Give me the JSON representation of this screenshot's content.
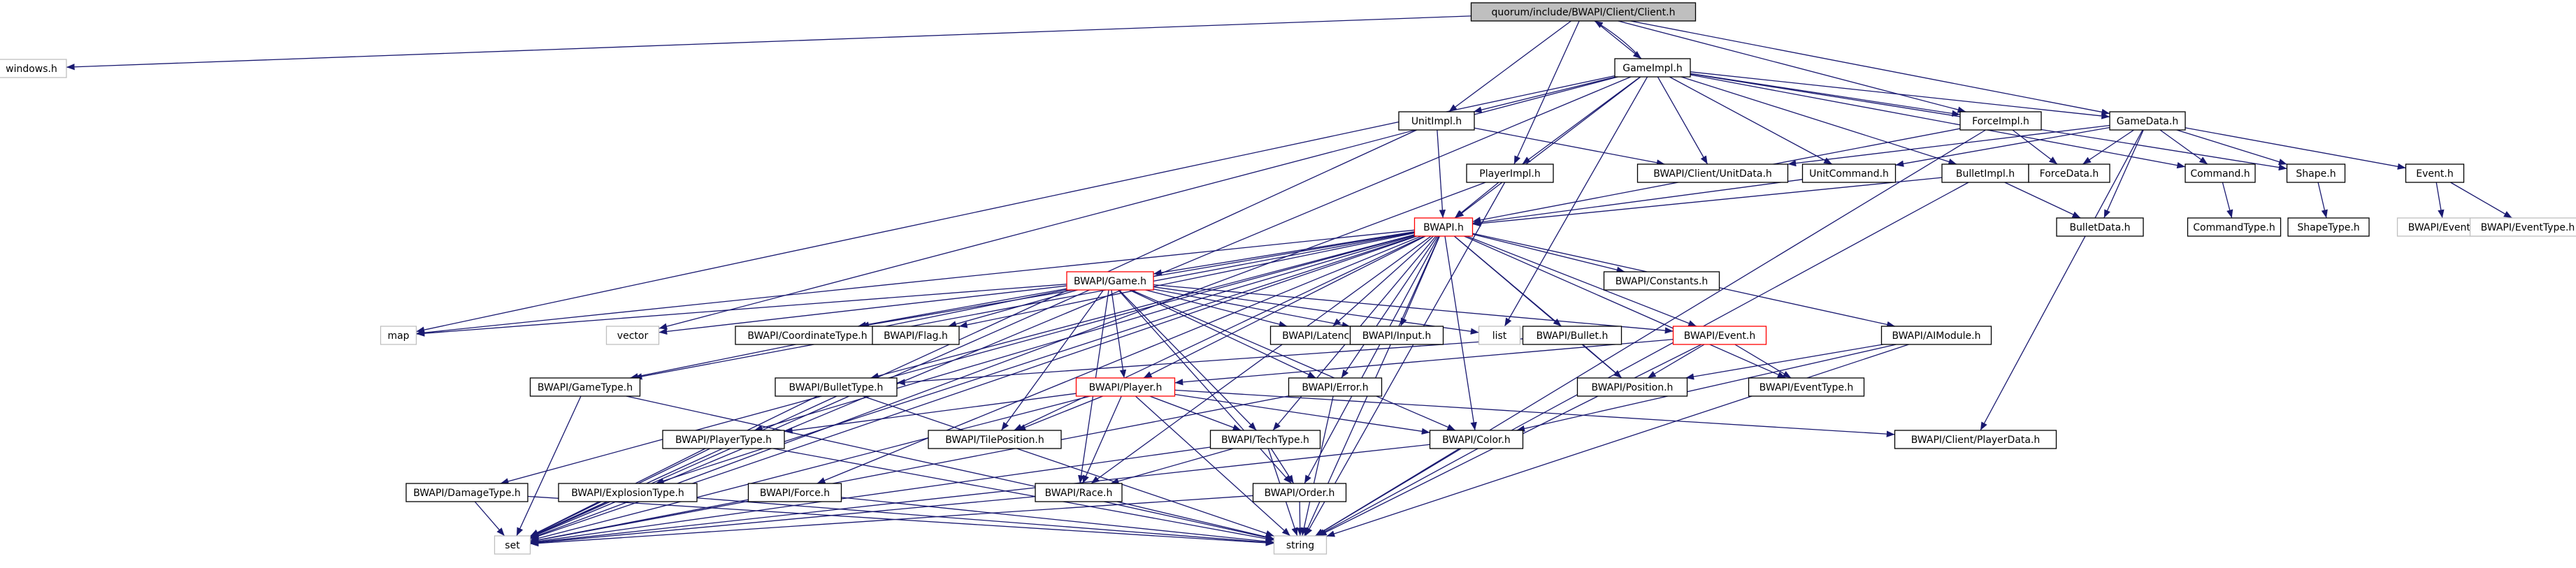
{
  "colors": {
    "edge": "#191970",
    "root_fill": "#bfbfbf",
    "node_border": "#000000",
    "red_border": "#ff0000",
    "external_border": "#bfbfbf"
  },
  "graph": {
    "nodes": [
      {
        "id": "client",
        "label": "quorum/include/BWAPI/Client/Client.h",
        "style": "root"
      },
      {
        "id": "windows",
        "label": "windows.h",
        "style": "external"
      },
      {
        "id": "gameimpl",
        "label": "GameImpl.h",
        "style": "normal"
      },
      {
        "id": "unitimpl",
        "label": "UnitImpl.h",
        "style": "normal"
      },
      {
        "id": "forceimpl",
        "label": "ForceImpl.h",
        "style": "normal"
      },
      {
        "id": "gamedata",
        "label": "GameData.h",
        "style": "normal"
      },
      {
        "id": "playerimpl",
        "label": "PlayerImpl.h",
        "style": "normal"
      },
      {
        "id": "unitdata",
        "label": "BWAPI/Client/UnitData.h",
        "style": "normal"
      },
      {
        "id": "unitcommand",
        "label": "UnitCommand.h",
        "style": "normal"
      },
      {
        "id": "bulletimpl",
        "label": "BulletImpl.h",
        "style": "normal"
      },
      {
        "id": "forcedata",
        "label": "ForceData.h",
        "style": "normal"
      },
      {
        "id": "commandh",
        "label": "Command.h",
        "style": "normal"
      },
      {
        "id": "shapeh",
        "label": "Shape.h",
        "style": "normal"
      },
      {
        "id": "eventh",
        "label": "Event.h",
        "style": "normal"
      },
      {
        "id": "bwapih",
        "label": "BWAPI.h",
        "style": "red"
      },
      {
        "id": "bulletdata",
        "label": "BulletData.h",
        "style": "normal"
      },
      {
        "id": "commandtype",
        "label": "CommandType.h",
        "style": "normal"
      },
      {
        "id": "shapetype",
        "label": "ShapeType.h",
        "style": "normal"
      },
      {
        "id": "bwapievent_ext",
        "label": "BWAPI/Event.h",
        "style": "external"
      },
      {
        "id": "bwapieventtype_ext",
        "label": "BWAPI/EventType.h",
        "style": "external"
      },
      {
        "id": "game",
        "label": "BWAPI/Game.h",
        "style": "red"
      },
      {
        "id": "constants",
        "label": "BWAPI/Constants.h",
        "style": "normal"
      },
      {
        "id": "map",
        "label": "map",
        "style": "external"
      },
      {
        "id": "vector",
        "label": "vector",
        "style": "external"
      },
      {
        "id": "coordtype",
        "label": "BWAPI/CoordinateType.h",
        "style": "normal"
      },
      {
        "id": "flag",
        "label": "BWAPI/Flag.h",
        "style": "normal"
      },
      {
        "id": "latency",
        "label": "BWAPI/Latency.h",
        "style": "normal"
      },
      {
        "id": "input",
        "label": "BWAPI/Input.h",
        "style": "normal"
      },
      {
        "id": "list",
        "label": "list",
        "style": "external"
      },
      {
        "id": "bullet",
        "label": "BWAPI/Bullet.h",
        "style": "normal"
      },
      {
        "id": "event",
        "label": "BWAPI/Event.h",
        "style": "red"
      },
      {
        "id": "aimodule",
        "label": "BWAPI/AIModule.h",
        "style": "normal"
      },
      {
        "id": "gametype",
        "label": "BWAPI/GameType.h",
        "style": "normal"
      },
      {
        "id": "bullettype",
        "label": "BWAPI/BulletType.h",
        "style": "normal"
      },
      {
        "id": "player",
        "label": "BWAPI/Player.h",
        "style": "red"
      },
      {
        "id": "error",
        "label": "BWAPI/Error.h",
        "style": "normal"
      },
      {
        "id": "position",
        "label": "BWAPI/Position.h",
        "style": "normal"
      },
      {
        "id": "eventtype",
        "label": "BWAPI/EventType.h",
        "style": "normal"
      },
      {
        "id": "tileposition",
        "label": "BWAPI/TilePosition.h",
        "style": "normal"
      },
      {
        "id": "playertype",
        "label": "BWAPI/PlayerType.h",
        "style": "normal"
      },
      {
        "id": "techtype",
        "label": "BWAPI/TechType.h",
        "style": "normal"
      },
      {
        "id": "color",
        "label": "BWAPI/Color.h",
        "style": "normal"
      },
      {
        "id": "playerdata",
        "label": "BWAPI/Client/PlayerData.h",
        "style": "normal"
      },
      {
        "id": "damagetype",
        "label": "BWAPI/DamageType.h",
        "style": "normal"
      },
      {
        "id": "explosiontype",
        "label": "BWAPI/ExplosionType.h",
        "style": "normal"
      },
      {
        "id": "force",
        "label": "BWAPI/Force.h",
        "style": "normal"
      },
      {
        "id": "race",
        "label": "BWAPI/Race.h",
        "style": "normal"
      },
      {
        "id": "order",
        "label": "BWAPI/Order.h",
        "style": "normal"
      },
      {
        "id": "set",
        "label": "set",
        "style": "external"
      },
      {
        "id": "string",
        "label": "string",
        "style": "external"
      }
    ],
    "edges": [
      [
        "client",
        "windows"
      ],
      [
        "client",
        "gameimpl"
      ],
      [
        "client",
        "unitimpl"
      ],
      [
        "client",
        "forceimpl"
      ],
      [
        "client",
        "gamedata"
      ],
      [
        "client",
        "playerimpl"
      ],
      [
        "gameimpl",
        "client"
      ],
      [
        "gameimpl",
        "unitimpl"
      ],
      [
        "gameimpl",
        "forceimpl"
      ],
      [
        "gameimpl",
        "gamedata"
      ],
      [
        "gameimpl",
        "playerimpl"
      ],
      [
        "gameimpl",
        "unitdata"
      ],
      [
        "gameimpl",
        "unitcommand"
      ],
      [
        "gameimpl",
        "bulletimpl"
      ],
      [
        "gameimpl",
        "commandh"
      ],
      [
        "gameimpl",
        "shapeh"
      ],
      [
        "gameimpl",
        "bwapih"
      ],
      [
        "gameimpl",
        "map"
      ],
      [
        "gameimpl",
        "vector"
      ],
      [
        "gameimpl",
        "list"
      ],
      [
        "gameimpl",
        "set"
      ],
      [
        "unitimpl",
        "unitdata"
      ],
      [
        "unitimpl",
        "bwapih"
      ],
      [
        "unitimpl",
        "set"
      ],
      [
        "forceimpl",
        "forcedata"
      ],
      [
        "forceimpl",
        "bwapih"
      ],
      [
        "forceimpl",
        "string"
      ],
      [
        "gamedata",
        "forcedata"
      ],
      [
        "gamedata",
        "commandh"
      ],
      [
        "gamedata",
        "shapeh"
      ],
      [
        "gamedata",
        "eventh"
      ],
      [
        "gamedata",
        "unitdata"
      ],
      [
        "gamedata",
        "unitcommand"
      ],
      [
        "gamedata",
        "bulletdata"
      ],
      [
        "gamedata",
        "playerdata"
      ],
      [
        "playerimpl",
        "bwapih"
      ],
      [
        "playerimpl",
        "set"
      ],
      [
        "playerimpl",
        "string"
      ],
      [
        "bulletimpl",
        "bwapih"
      ],
      [
        "bulletimpl",
        "bulletdata"
      ],
      [
        "bulletimpl",
        "string"
      ],
      [
        "unitcommand",
        "bwapih"
      ],
      [
        "commandh",
        "commandtype"
      ],
      [
        "shapeh",
        "shapetype"
      ],
      [
        "eventh",
        "bwapievent_ext"
      ],
      [
        "eventh",
        "bwapieventtype_ext"
      ],
      [
        "bwapih",
        "game"
      ],
      [
        "bwapih",
        "constants"
      ],
      [
        "bwapih",
        "map"
      ],
      [
        "bwapih",
        "coordtype"
      ],
      [
        "bwapih",
        "flag"
      ],
      [
        "bwapih",
        "latency"
      ],
      [
        "bwapih",
        "input"
      ],
      [
        "bwapih",
        "bullet"
      ],
      [
        "bwapih",
        "event"
      ],
      [
        "bwapih",
        "aimodule"
      ],
      [
        "bwapih",
        "gametype"
      ],
      [
        "bwapih",
        "bullettype"
      ],
      [
        "bwapih",
        "player"
      ],
      [
        "bwapih",
        "error"
      ],
      [
        "bwapih",
        "position"
      ],
      [
        "bwapih",
        "eventtype"
      ],
      [
        "bwapih",
        "tileposition"
      ],
      [
        "bwapih",
        "playertype"
      ],
      [
        "bwapih",
        "techtype"
      ],
      [
        "bwapih",
        "color"
      ],
      [
        "bwapih",
        "damagetype"
      ],
      [
        "bwapih",
        "explosiontype"
      ],
      [
        "bwapih",
        "force"
      ],
      [
        "bwapih",
        "race"
      ],
      [
        "bwapih",
        "order"
      ],
      [
        "bwapih",
        "set"
      ],
      [
        "bwapih",
        "string"
      ],
      [
        "game",
        "map"
      ],
      [
        "game",
        "vector"
      ],
      [
        "game",
        "coordtype"
      ],
      [
        "game",
        "flag"
      ],
      [
        "game",
        "latency"
      ],
      [
        "game",
        "input"
      ],
      [
        "game",
        "list"
      ],
      [
        "game",
        "event"
      ],
      [
        "game",
        "gametype"
      ],
      [
        "game",
        "player"
      ],
      [
        "game",
        "error"
      ],
      [
        "game",
        "tileposition"
      ],
      [
        "game",
        "techtype"
      ],
      [
        "game",
        "color"
      ],
      [
        "game",
        "race"
      ],
      [
        "game",
        "order"
      ],
      [
        "game",
        "set"
      ],
      [
        "bullet",
        "position"
      ],
      [
        "bullet",
        "bullettype"
      ],
      [
        "event",
        "position"
      ],
      [
        "event",
        "eventtype"
      ],
      [
        "event",
        "player"
      ],
      [
        "event",
        "string"
      ],
      [
        "aimodule",
        "position"
      ],
      [
        "aimodule",
        "color"
      ],
      [
        "aimodule",
        "string"
      ],
      [
        "gametype",
        "set"
      ],
      [
        "gametype",
        "string"
      ],
      [
        "bullettype",
        "set"
      ],
      [
        "bullettype",
        "string"
      ],
      [
        "player",
        "tileposition"
      ],
      [
        "player",
        "playertype"
      ],
      [
        "player",
        "techtype"
      ],
      [
        "player",
        "color"
      ],
      [
        "player",
        "race"
      ],
      [
        "player",
        "playerdata"
      ],
      [
        "player",
        "set"
      ],
      [
        "player",
        "string"
      ],
      [
        "error",
        "set"
      ],
      [
        "error",
        "string"
      ],
      [
        "playertype",
        "set"
      ],
      [
        "playertype",
        "string"
      ],
      [
        "techtype",
        "order"
      ],
      [
        "techtype",
        "race"
      ],
      [
        "techtype",
        "set"
      ],
      [
        "techtype",
        "string"
      ],
      [
        "color",
        "set"
      ],
      [
        "color",
        "string"
      ],
      [
        "damagetype",
        "set"
      ],
      [
        "damagetype",
        "string"
      ],
      [
        "explosiontype",
        "set"
      ],
      [
        "explosiontype",
        "string"
      ],
      [
        "force",
        "set"
      ],
      [
        "force",
        "string"
      ],
      [
        "race",
        "set"
      ],
      [
        "race",
        "string"
      ],
      [
        "order",
        "set"
      ],
      [
        "order",
        "string"
      ]
    ]
  }
}
